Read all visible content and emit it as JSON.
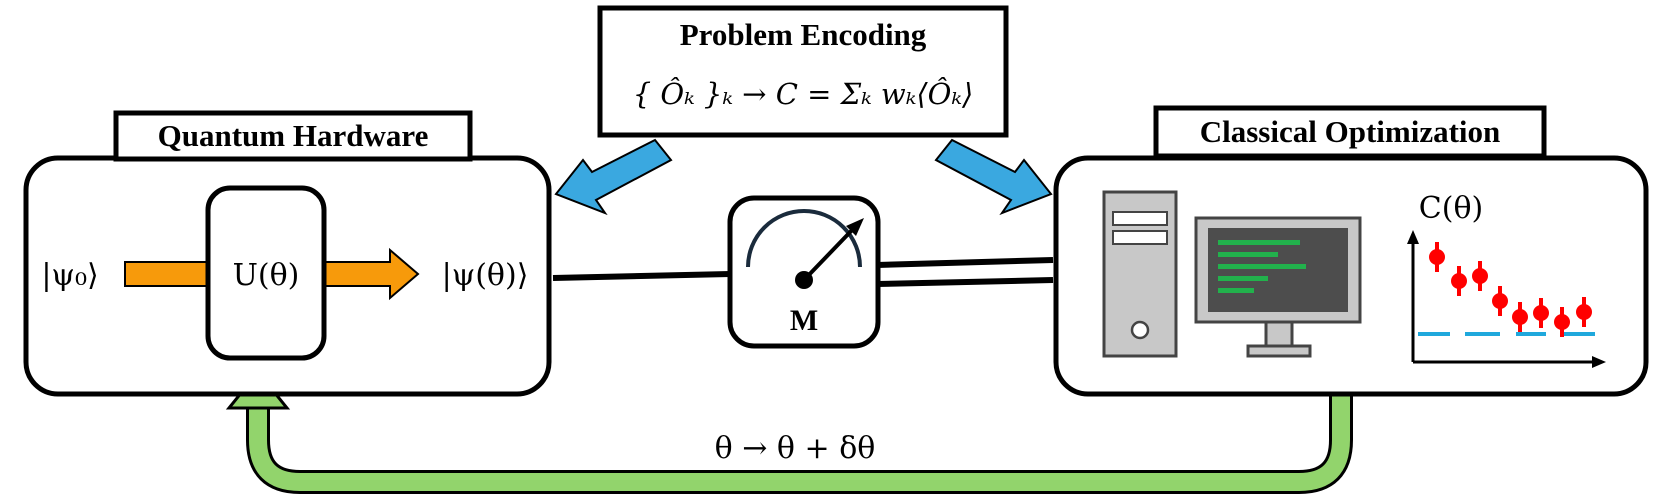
{
  "problem_encoding": {
    "title": "Problem Encoding",
    "formula": "{ Ôₖ }ₖ → C = Σₖ wₖ⟨Ôₖ⟩"
  },
  "quantum_hardware": {
    "title": "Quantum Hardware",
    "input_state": "|ψ₀⟩",
    "unitary": "U(θ)",
    "output_state": "|ψ(θ)⟩"
  },
  "measurement": {
    "label": "M"
  },
  "classical_optimization": {
    "title": "Classical Optimization",
    "cost_label": "C(θ)"
  },
  "feedback": {
    "update_rule": "θ → θ + δθ"
  },
  "colors": {
    "box_stroke": "#000000",
    "arrow_blue": "#3aa8e0",
    "arrow_orange": "#f79a0b",
    "arrow_green": "#92d46c",
    "point_red": "#ff0000",
    "baseline_blue": "#1fa8dc",
    "screen_dark": "#4d4d4d",
    "code_green": "#22b14c",
    "computer_gray": "#c8c8c8"
  }
}
